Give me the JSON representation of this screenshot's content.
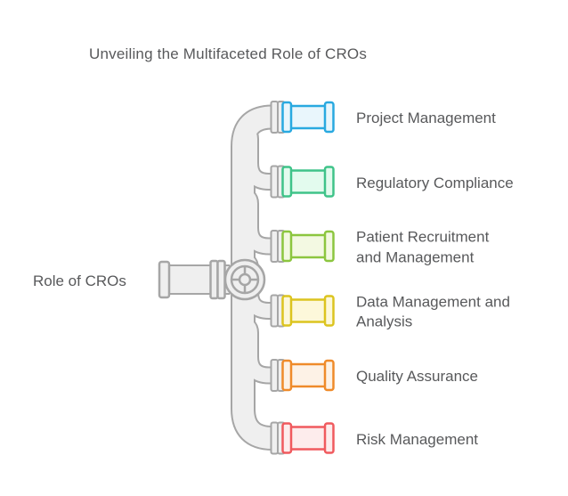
{
  "title": "Unveiling the Multifaceted Role of CROs",
  "root": {
    "label": "Role of CROs"
  },
  "branches": [
    {
      "label": "Project Management",
      "color": "#29a9e0",
      "fill": "#e9f6fc"
    },
    {
      "label": "Regulatory Compliance",
      "color": "#3fc389",
      "fill": "#e3fbee"
    },
    {
      "label": "Patient Recruitment\nand Management",
      "color": "#8cc63f",
      "fill": "#f3f9e2"
    },
    {
      "label": "Data Management and\nAnalysis",
      "color": "#dcc41f",
      "fill": "#fdf8da"
    },
    {
      "label": "Quality Assurance",
      "color": "#ef8b2a",
      "fill": "#fdf2e6"
    },
    {
      "label": "Risk Management",
      "color": "#f05a5e",
      "fill": "#fdecec"
    }
  ],
  "pipe": {
    "outline": "#a6a6a6",
    "fill": "#efefef"
  },
  "text_color": "#58595b"
}
